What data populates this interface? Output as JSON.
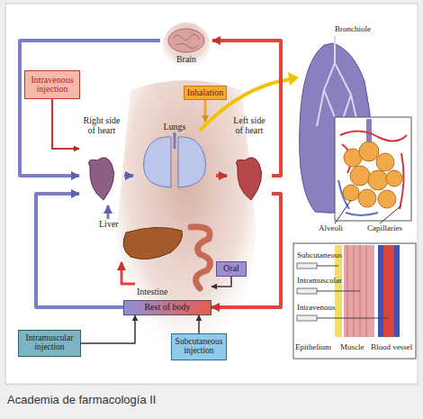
{
  "diagram": {
    "caption": "Academia de farmacología II",
    "nodes": [
      {
        "text": [
          "Brain"
        ]
      },
      {
        "text": [
          "Intravenous injection"
        ]
      },
      {
        "text": [
          "Inhalation"
        ]
      },
      {
        "text": [
          "Right side of heart"
        ]
      },
      {
        "text": [
          "Lungs"
        ]
      },
      {
        "text": [
          "Left side of heart"
        ]
      },
      {
        "text": [
          "Liver"
        ]
      },
      {
        "text": [
          "Intestine"
        ]
      },
      {
        "text": [
          "Oral"
        ]
      },
      {
        "text": [
          "Rest of body"
        ]
      },
      {
        "text": [
          "Intramuscular injection"
        ]
      },
      {
        "text": [
          "Subcutaneous injection"
        ]
      }
    ],
    "edges": [
      {
        "from": 5,
        "to": 0,
        "arrow": "to"
      },
      {
        "from": 0,
        "to": 3,
        "arrow": "to"
      },
      {
        "from": 3,
        "to": 4,
        "arrow": "to"
      },
      {
        "from": 4,
        "to": 5,
        "arrow": "to"
      },
      {
        "from": 5,
        "to": 9,
        "arrow": "to"
      },
      {
        "from": 9,
        "to": 3,
        "arrow": "to"
      },
      {
        "from": 1,
        "to": 3,
        "arrow": "to"
      },
      {
        "from": 2,
        "to": 4,
        "arrow": "to"
      },
      {
        "from": 8,
        "to": 7,
        "arrow": "to"
      },
      {
        "from": 7,
        "to": 6,
        "arrow": "to"
      },
      {
        "from": 6,
        "to": 3,
        "arrow": "to"
      },
      {
        "from": 10,
        "to": 9,
        "arrow": "to"
      },
      {
        "from": 11,
        "to": 9,
        "arrow": "to"
      }
    ],
    "labels": [
      "Bronchiole",
      "Alveoli",
      "Capillaries",
      "Subcutaneous",
      "Intramuscular",
      "Intravenous",
      "Epithelium",
      "Muscle",
      "Blood vessel"
    ]
  }
}
